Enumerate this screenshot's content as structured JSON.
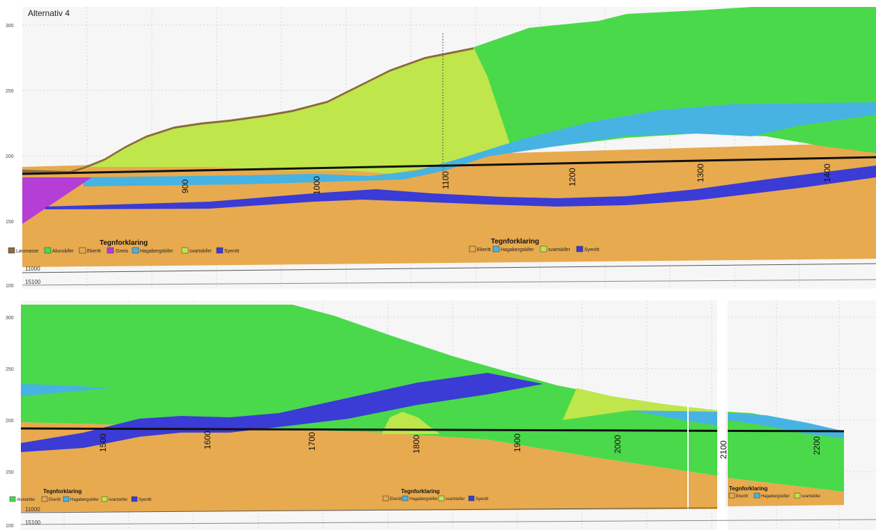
{
  "title": "Alternativ 4",
  "colors": {
    "losmasse": "#8b6a3e",
    "alunskifer": "#4ad94a",
    "ekeritt": "#e8aa4e",
    "gneis": "#b43ed6",
    "hagabergskifer": "#47b3e2",
    "svartskifer": "#bfe64a",
    "syenitt": "#3b3bd6",
    "tunnel": "#111111"
  },
  "legend_title": "Tegnforklaring",
  "layers": {
    "losmasse": "Løsmasse",
    "alunskifer": "Alunskifer",
    "ekeritt": "Ekeritt",
    "gneis": "Gneis",
    "hagabergskifer": "Hagabergskifer",
    "svartskifer": "svartskifer",
    "syenitt": "Syenitt"
  },
  "panel1": {
    "elev_ticks": [
      "300",
      "250",
      "200",
      "150",
      "100"
    ],
    "chainage": [
      "900",
      "1000",
      "1100",
      "1200",
      "1300",
      "1400"
    ],
    "ref_labels": [
      "11000",
      "15100"
    ]
  },
  "panel2": {
    "elev_ticks": [
      "300",
      "250",
      "200",
      "150",
      "100"
    ],
    "chainage": [
      "1500",
      "1600",
      "1700",
      "1800",
      "1900",
      "2000",
      "2100",
      "2200"
    ],
    "ref_labels": [
      "11000",
      "15100"
    ]
  }
}
